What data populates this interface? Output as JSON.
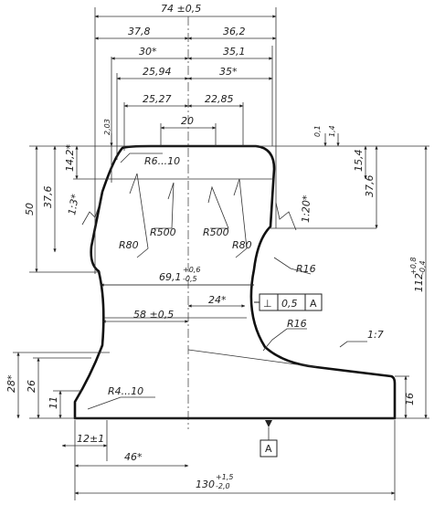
{
  "drawing": {
    "top_dims": {
      "overall_width": "74 ±0,5",
      "left_37": "37,8",
      "right_36": "36,2",
      "left_30": "30*",
      "right_35_1": "35,1",
      "left_25_94": "25,94",
      "right_35": "35*",
      "left_25_27": "25,27",
      "right_22_85": "22,85",
      "center_20": "20"
    },
    "head_right_small": {
      "d01": "0,1",
      "d14": "1,4"
    },
    "side_dims": {
      "d2_03": "2,03",
      "d14_2": "14,2*",
      "d37_6_left": "37,6",
      "d50": "50",
      "d15_4": "15,4",
      "d37_6_right": "37,6",
      "height": {
        "main": "112",
        "tol_up": "+0,8",
        "tol_down": "-0,4"
      },
      "d28": "28*",
      "d26": "26",
      "d11": "11",
      "d16": "16"
    },
    "radii": {
      "r6_10": "R6...10",
      "r500_left": "R500",
      "r500_right": "R500",
      "r80_left": "R80",
      "r80_right": "R80",
      "r16_upper": "R16",
      "r16_lower": "R16",
      "r4_10": "R4...10"
    },
    "slopes": {
      "s1_3": "1:3*",
      "s1_20": "1:20*",
      "s1_7": "1:7"
    },
    "web_dims": {
      "d69_1": {
        "main": "69,1",
        "tol_up": "+0,6",
        "tol_down": "-0,5"
      },
      "d24": "24*",
      "d58": "58 ±0,5"
    },
    "tolerance_frame": {
      "symbol": "⊥",
      "value": "0,5",
      "datum": "A"
    },
    "bottom_dims": {
      "d12": "12±1",
      "d46": "46*",
      "overall": {
        "main": "130",
        "tol_up": "+1,5",
        "tol_down": "-2,0"
      }
    },
    "datum_label": "A"
  }
}
